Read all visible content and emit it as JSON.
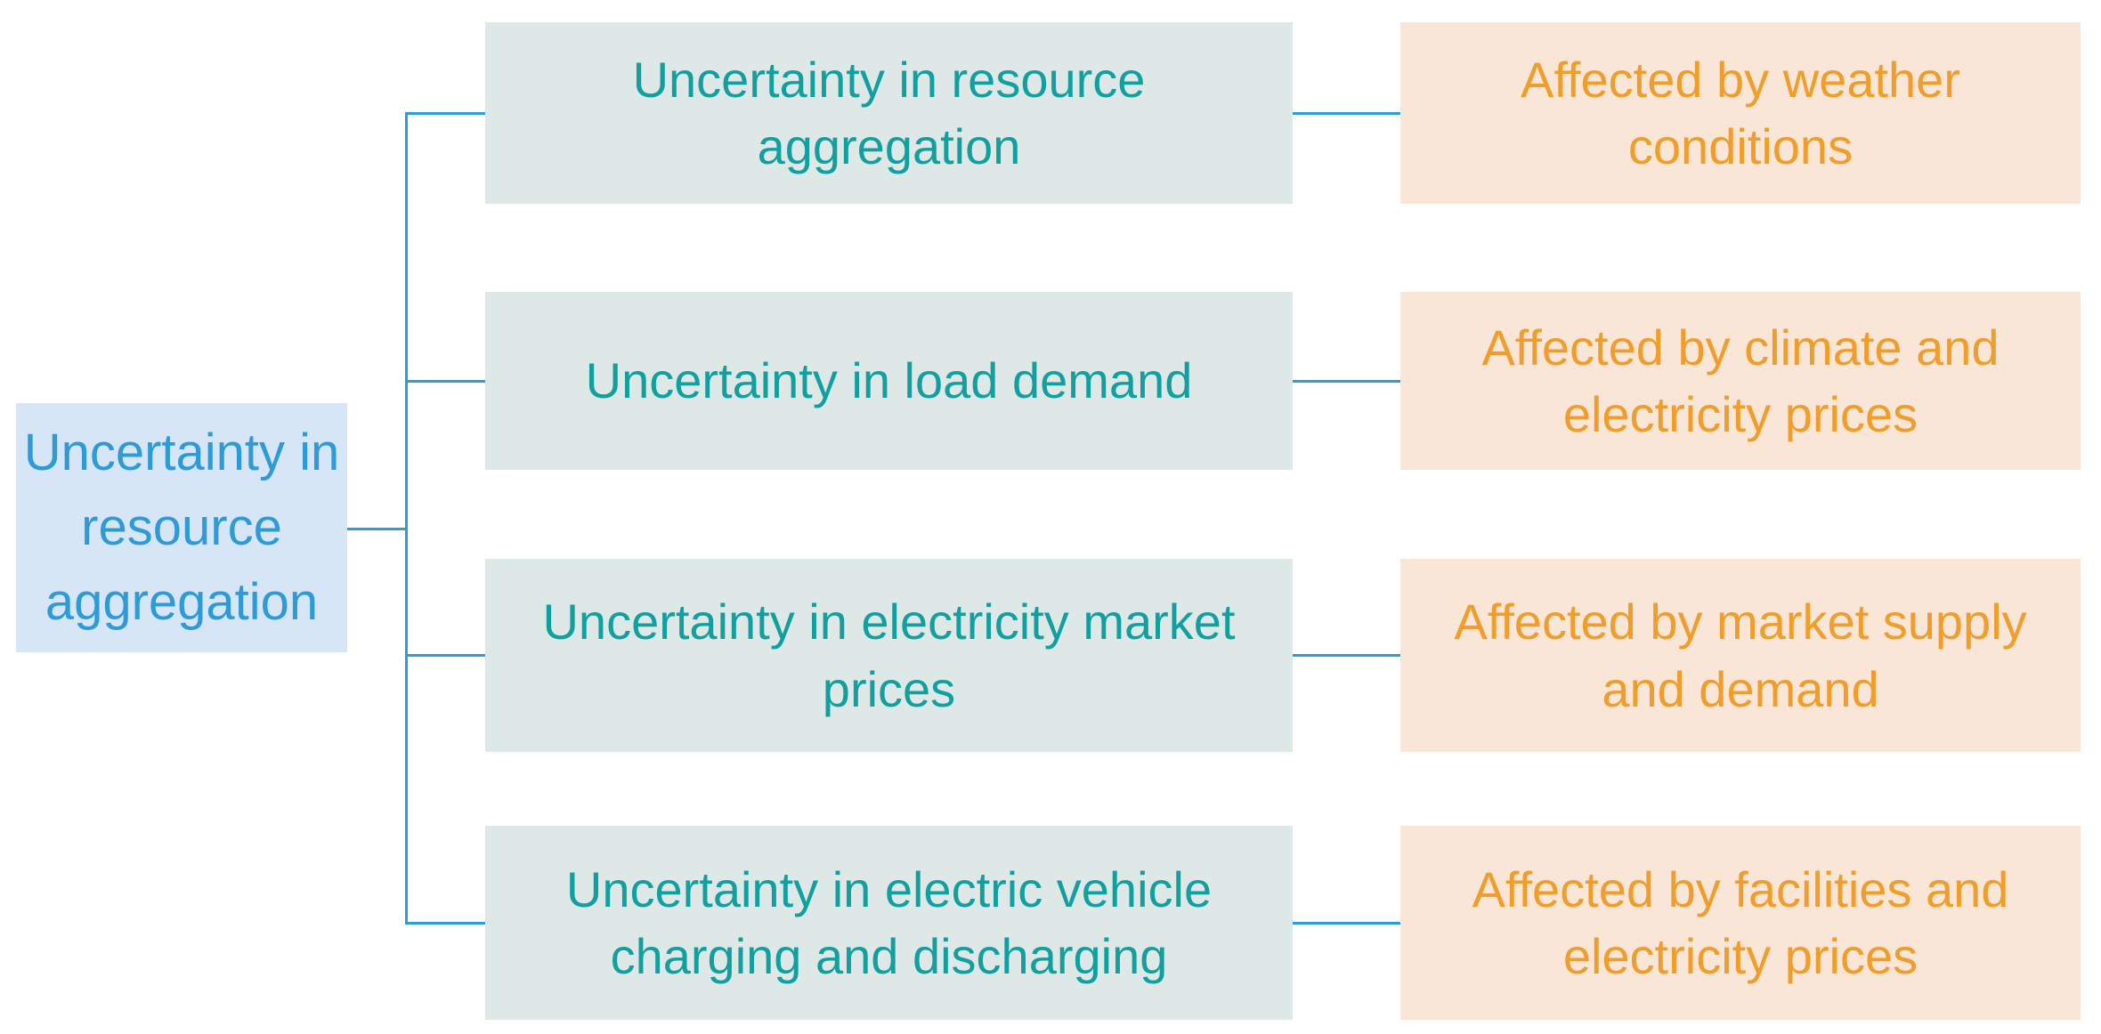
{
  "diagram": {
    "root": {
      "label": "Uncertainty in resource aggregation"
    },
    "branches": [
      {
        "label": "Uncertainty in resource aggregation",
        "effect": "Affected by weather conditions"
      },
      {
        "label": "Uncertainty in load demand",
        "effect": "Affected by climate and electricity prices"
      },
      {
        "label": "Uncertainty in electricity market prices",
        "effect": "Affected by market supply and demand"
      },
      {
        "label": "Uncertainty in electric vehicle charging and discharging",
        "effect": "Affected by facilities and electricity prices"
      }
    ]
  },
  "colors": {
    "root_bg": "#D7E6F6",
    "root_text": "#2E9BD8",
    "branch_bg": "#DEE9E7",
    "branch_text": "#129F9F",
    "effect_bg": "#FAE6D6",
    "effect_text": "#F09D2B",
    "line_color": "#2F9CD8"
  }
}
